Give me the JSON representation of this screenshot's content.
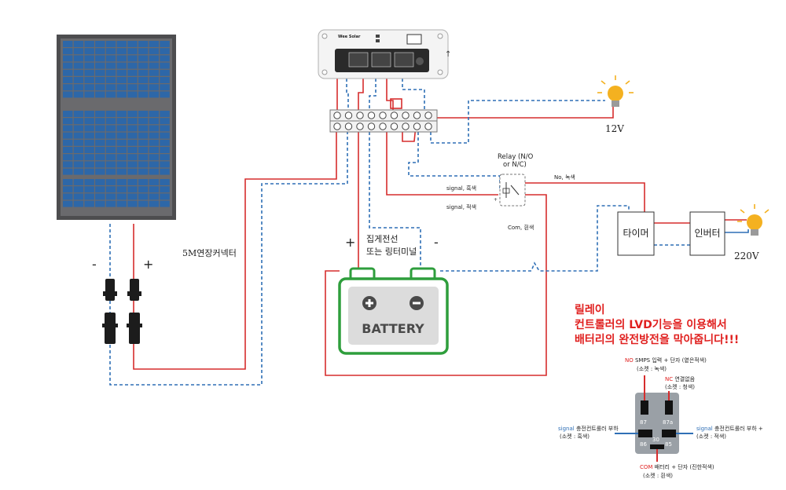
{
  "colors": {
    "wire_red": "#d62d2d",
    "wire_blue": "#2f6fb6",
    "battery_green": "#2e9e3c",
    "battery_fill": "#dcdcdc",
    "panel_frame": "#4d4d4f",
    "panel_cell": "#2d67a8",
    "note_red": "#e0201f",
    "relay_body": "#9aa0a6",
    "bulb": "#f4b120"
  },
  "icons": {
    "solar_panel": "solar-panel-icon",
    "controller": "charge-controller-icon",
    "bulb": "light-bulb-icon",
    "battery": "battery-icon",
    "connector": "mc4-connector-icon",
    "relay": "relay-icon"
  },
  "labels": {
    "minus_left": "-",
    "plus_left": "+",
    "extension_connector": "5M연장커넥터",
    "plus_mid": "+",
    "minus_mid": "-",
    "bus_wire_line1": "집게전선",
    "bus_wire_line2": "또는 링터미널",
    "battery_text": "BATTERY",
    "load_12v": "12V",
    "load_220v": "220V",
    "relay_title_line1": "Relay (N/O",
    "relay_title_line2": "or N/C)",
    "signal_black": "signal, 흑색",
    "signal_red": "signal, 적색",
    "no_green": "No, 녹색",
    "com_white": "Com, 흰색",
    "timer": "타이머",
    "inverter": "인버터",
    "controller_brand": "Wee Solar"
  },
  "note": {
    "line1": "릴레이",
    "line2": "컨트롤러의 LVD기능을 이용해서",
    "line3": "배터리의 완전방전을 막아줍니다!!!"
  },
  "relay_diagram": {
    "no_code": "NO",
    "no_desc": " SMPS 입력 + 단자 (옅은적색)",
    "no_socket": "(소켓 : 녹색)",
    "nc_code": "NC",
    "nc_desc": " 연결없음",
    "nc_socket": "(소켓 : 청색)",
    "left_code": "signal",
    "left_desc": " 충전컨트롤러 부하",
    "left_socket": "(소켓 : 흑색)",
    "right_code": "signal",
    "right_desc": " 충전컨트롤러 부하 +",
    "right_socket": "(소켓 : 적색)",
    "com_code": "COM",
    "com_desc": " 배터리 + 단자 (진한적색)",
    "com_socket": "(소켓 : 흰색)",
    "pin_87": "87",
    "pin_87a": "87a",
    "pin_86": "86",
    "pin_85": "85",
    "pin_30": "30"
  }
}
